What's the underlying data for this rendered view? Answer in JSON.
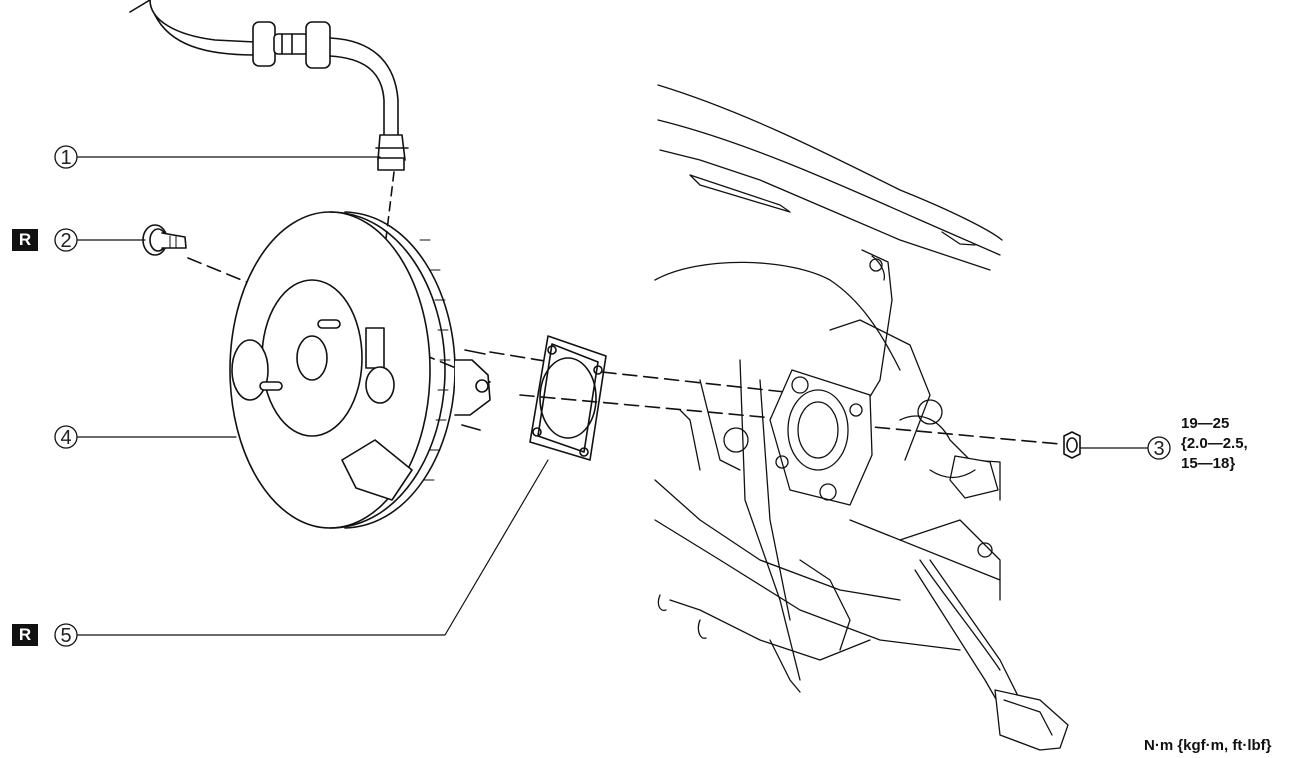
{
  "callouts": [
    {
      "number": "1",
      "part": "vacuum hose"
    },
    {
      "number": "2",
      "part": "vacuum hose fitting"
    },
    {
      "number": "3",
      "part": "nut"
    },
    {
      "number": "4",
      "part": "power brake unit"
    },
    {
      "number": "5",
      "part": "gasket"
    }
  ],
  "replace_badge": "R",
  "torque": {
    "line1": "19—25",
    "line2": "{2.0—2.5,",
    "line3": "15—18}"
  },
  "units_note": "N·m {kgf·m, ft·lbf}"
}
